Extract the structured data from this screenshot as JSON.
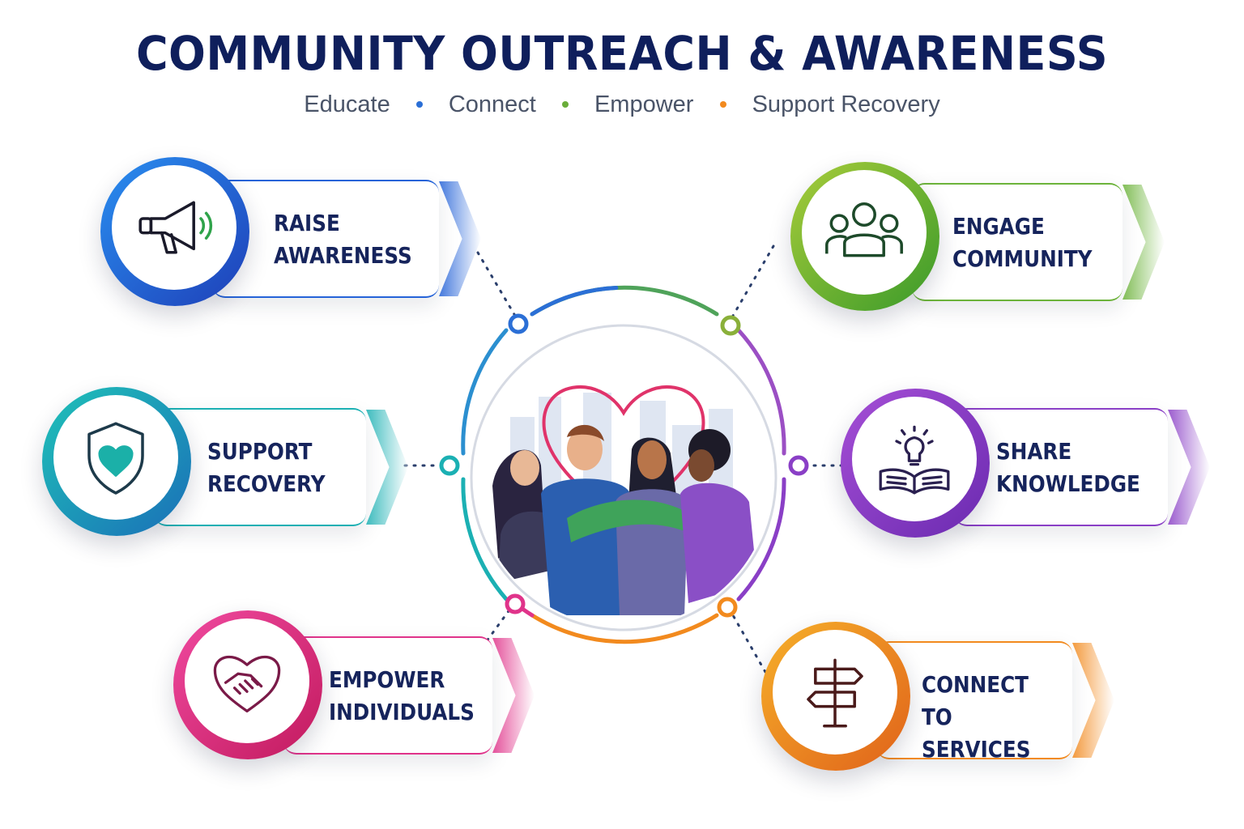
{
  "header": {
    "title": "COMMUNITY OUTREACH & AWARENESS",
    "tagline": [
      "Educate",
      "Connect",
      "Empower",
      "Support Recovery"
    ],
    "dot_colors": [
      "#2b6fd6",
      "#6aad3a",
      "#f28a1e"
    ]
  },
  "cards": {
    "raise": {
      "label": "RAISE\nAWARENESS",
      "color": "#2563d8",
      "icon": "megaphone-icon"
    },
    "support": {
      "label": "SUPPORT\nRECOVERY",
      "color": "#1bb0b3",
      "icon": "shield-heart-icon"
    },
    "empower": {
      "label": "EMPOWER\nINDIVIDUALS",
      "color": "#e0338a",
      "icon": "handshake-heart-icon"
    },
    "engage": {
      "label": "ENGAGE\nCOMMUNITY",
      "color": "#6cb33a",
      "icon": "group-icon"
    },
    "share": {
      "label": "SHARE\nKNOWLEDGE",
      "color": "#8a3fc6",
      "icon": "book-lightbulb-icon"
    },
    "connect": {
      "label": "CONNECT TO\nSERVICES",
      "color": "#f28a1e",
      "icon": "signpost-icon"
    }
  },
  "center": {
    "illustration": "people-embracing-heart-city-illustration",
    "heart_color": "#e0336a"
  }
}
